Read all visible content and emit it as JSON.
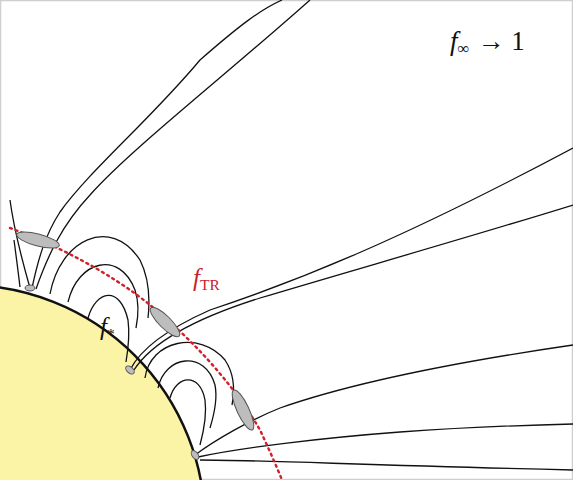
{
  "diagram": {
    "labels": [
      "f",
      "∞",
      "→ 1",
      "f",
      "TR",
      "f",
      "*"
    ]
  }
}
